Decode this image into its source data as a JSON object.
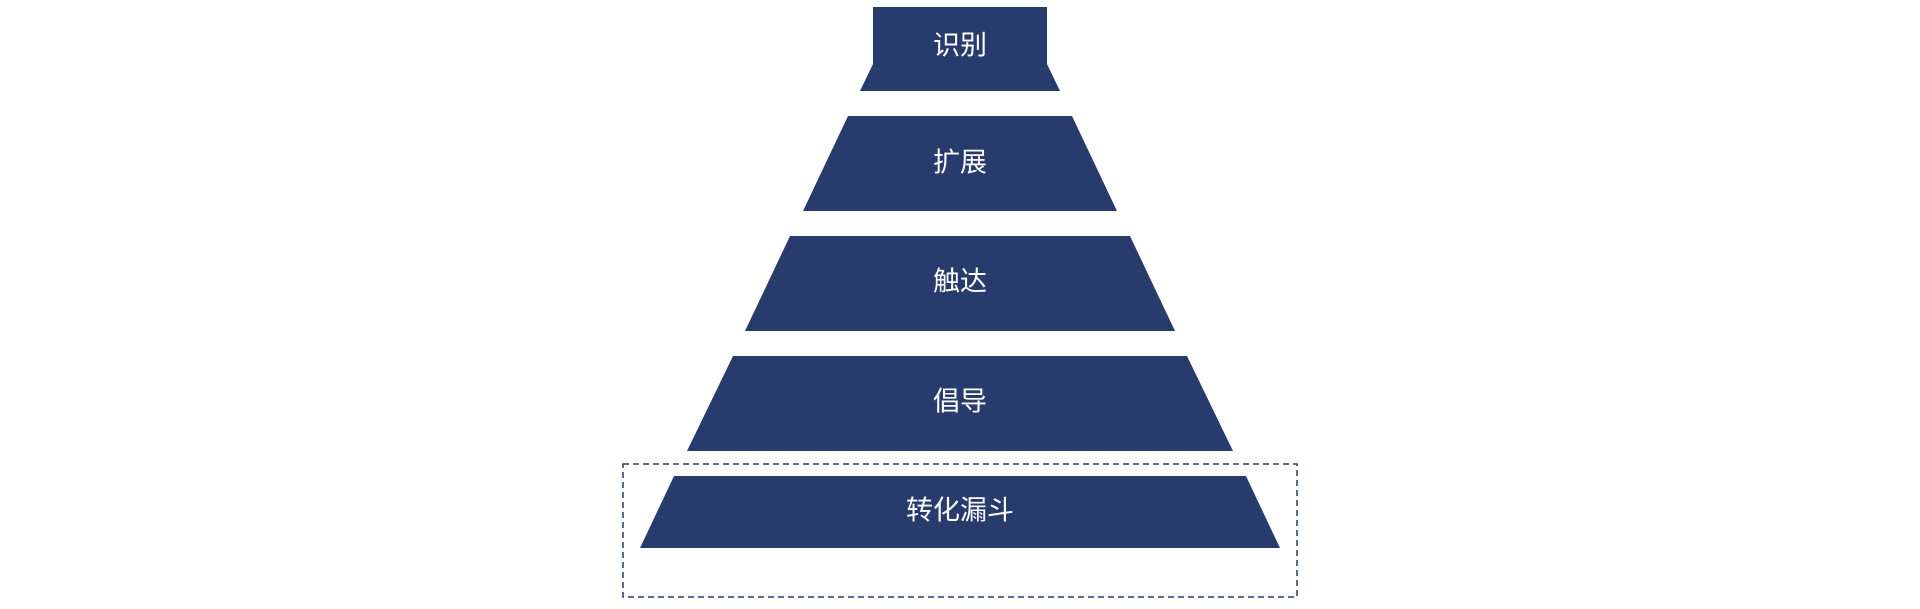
{
  "colors": {
    "fill": "#273b6d",
    "text": "#ffffff",
    "border": "#273b6d"
  },
  "pyramid": {
    "levels": [
      {
        "label": "识别"
      },
      {
        "label": "扩展"
      },
      {
        "label": "触达"
      },
      {
        "label": "倡导"
      },
      {
        "label": "转化漏斗"
      }
    ],
    "highlighted_level": 4
  }
}
